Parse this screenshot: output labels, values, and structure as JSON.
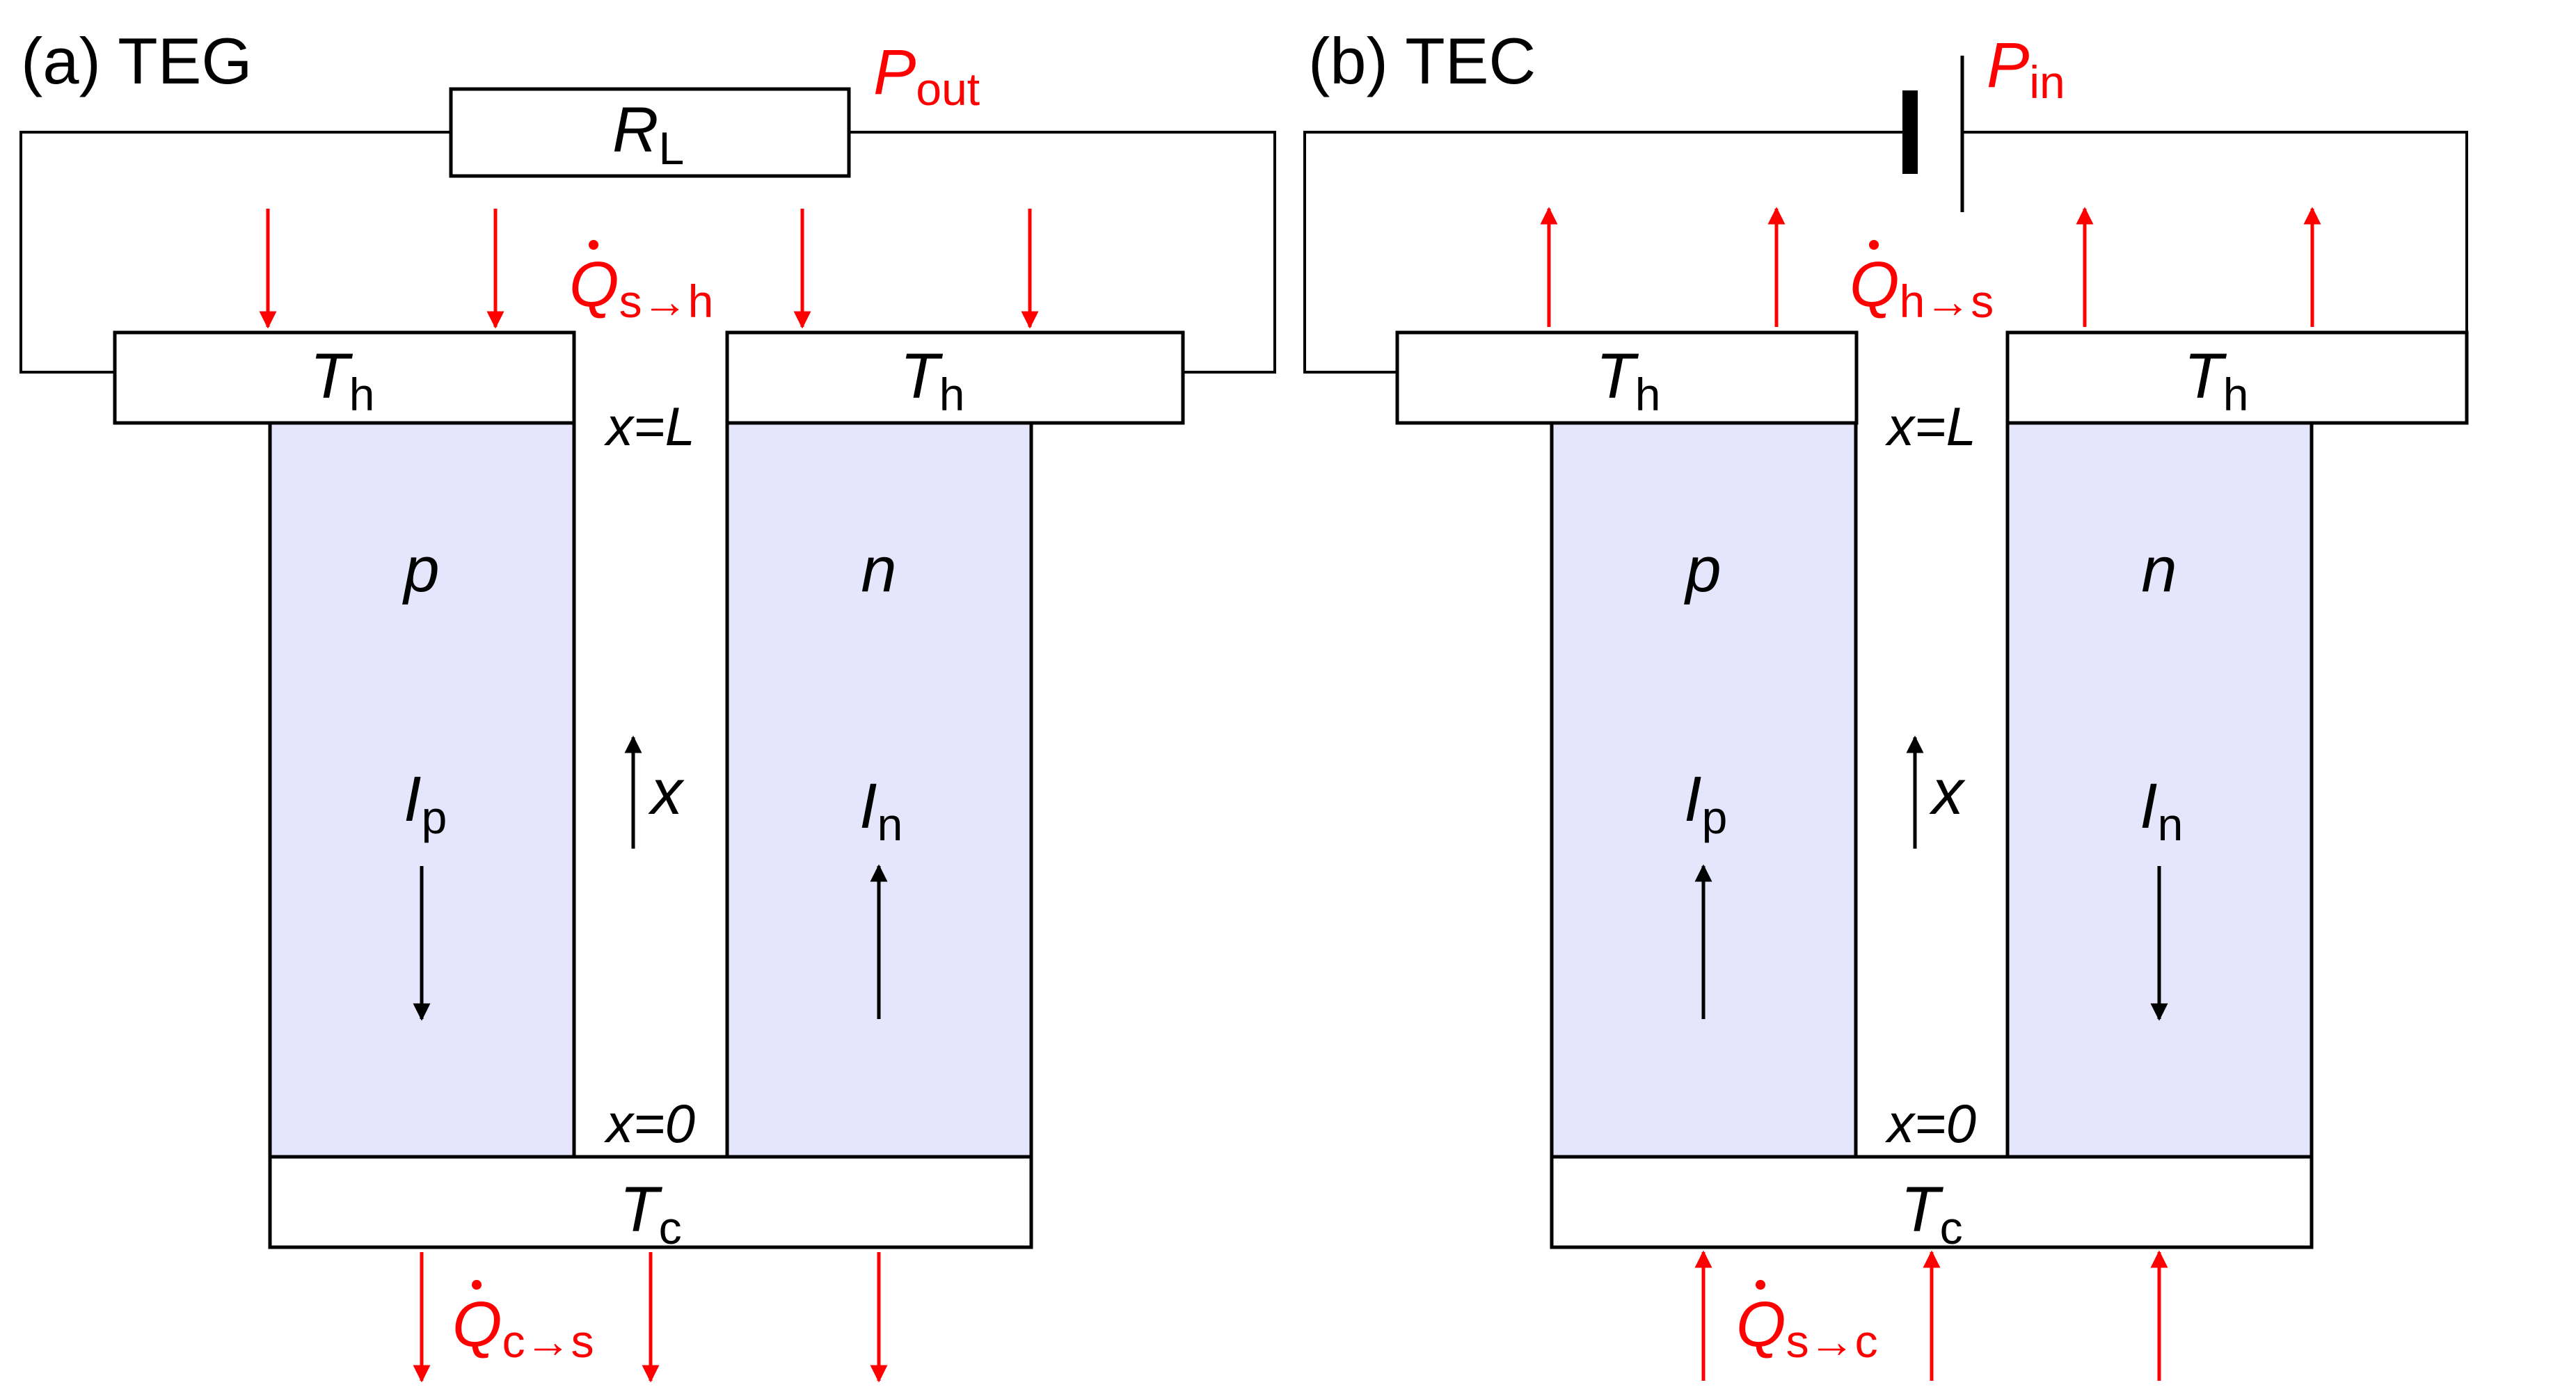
{
  "panels": [
    {
      "id": "teg",
      "title": "(a) TEG",
      "power": {
        "symbol": "P",
        "sub": "out"
      },
      "load": {
        "symbol": "R",
        "sub": "L"
      },
      "hot_label": {
        "symbol": "T",
        "sub": "h"
      },
      "cold_label": {
        "symbol": "T",
        "sub": "c"
      },
      "top_heat": {
        "symbol": "Q",
        "sub": "s→h"
      },
      "bottom_heat": {
        "symbol": "Q",
        "sub": "c→s"
      },
      "leg_p": {
        "type": "p",
        "current_symbol": "I",
        "current_sub": "p",
        "current_direction": "down"
      },
      "leg_n": {
        "type": "n",
        "current_symbol": "I",
        "current_sub": "n",
        "current_direction": "up"
      },
      "x_top": "x=L",
      "x_bottom": "x=0",
      "x_axis": "x",
      "heat_flow": "hot side receives heat from surroundings, cold side rejects heat"
    },
    {
      "id": "tec",
      "title": "(b) TEC",
      "power": {
        "symbol": "P",
        "sub": "in"
      },
      "hot_label": {
        "symbol": "T",
        "sub": "h"
      },
      "cold_label": {
        "symbol": "T",
        "sub": "c"
      },
      "top_heat": {
        "symbol": "Q",
        "sub": "h→s"
      },
      "bottom_heat": {
        "symbol": "Q",
        "sub": "s→c"
      },
      "leg_p": {
        "type": "p",
        "current_symbol": "I",
        "current_sub": "p",
        "current_direction": "up"
      },
      "leg_n": {
        "type": "n",
        "current_symbol": "I",
        "current_sub": "n",
        "current_direction": "down"
      },
      "x_top": "x=L",
      "x_bottom": "x=0",
      "x_axis": "x",
      "heat_flow": "hot side rejects heat to surroundings, cold side absorbs heat"
    }
  ],
  "colors": {
    "leg_fill": "#e5e5fb",
    "heat_arrow": "#ff0000",
    "line": "#000000"
  }
}
